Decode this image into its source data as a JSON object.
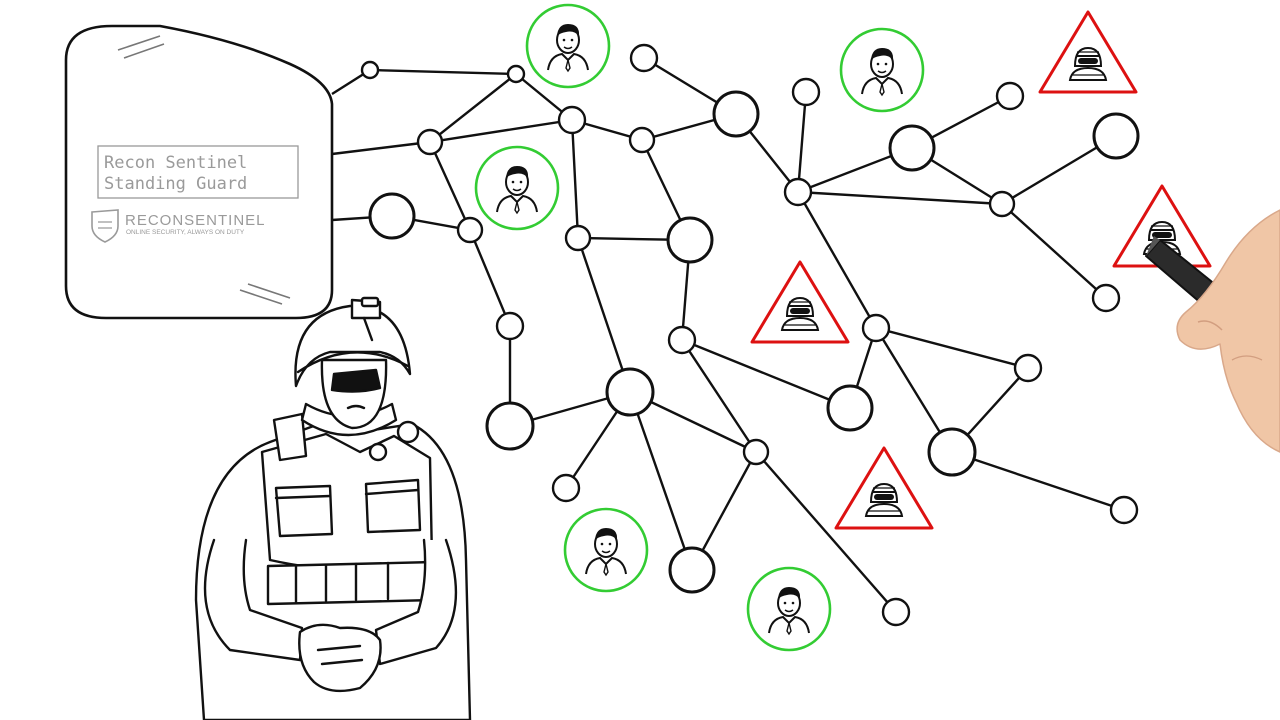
{
  "screen": {
    "title_line_1": "Recon Sentinel",
    "title_line_2": "Standing Guard",
    "brand_name_part_1": "RECON",
    "brand_name_part_2": "SENTINEL",
    "brand_tagline": "ONLINE SECURITY, ALWAYS ON DUTY"
  },
  "icons": {
    "user": "user-avatar-icon",
    "threat": "hacker-warning-icon",
    "shield": "shield-logo-icon",
    "guard": "soldier-illustration",
    "hand": "hand-with-marker"
  },
  "colors": {
    "ink": "#111111",
    "safe": "#33cc33",
    "threat": "#dd1111",
    "panel_text": "#9a9a9a"
  }
}
